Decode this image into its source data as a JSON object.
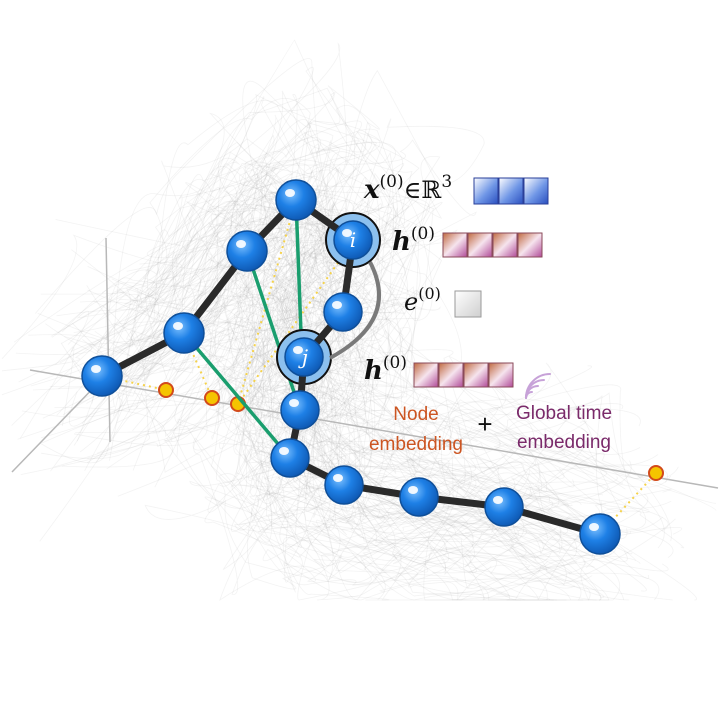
{
  "labels": {
    "x_symbol": "x",
    "x_superscript": "(0)",
    "x_member": "∈ℝ",
    "x_dim": "3",
    "h_symbol": "h",
    "h_superscript": "(0)",
    "e_symbol": "e",
    "e_superscript": "(0)",
    "node_i": "i",
    "node_j": "j",
    "node_embedding_line1": "Node",
    "node_embedding_line2": "embedding",
    "plus": "+",
    "global_time_line1": "Global time",
    "global_time_line2": "embedding"
  },
  "colors": {
    "node_fill": "#1e7fe0",
    "node_stroke": "#0f4f99",
    "backbone": "#2a2a2a",
    "contact_edge": "#1a9e6e",
    "projection_dot": "#f5c400",
    "projection_dot_stroke": "#d24a1a",
    "node_embedding_text": "#cc5522",
    "global_time_text": "#7a2a6a",
    "halo": "#8cc0ee"
  },
  "icons": [
    "wifi-signal-icon"
  ]
}
